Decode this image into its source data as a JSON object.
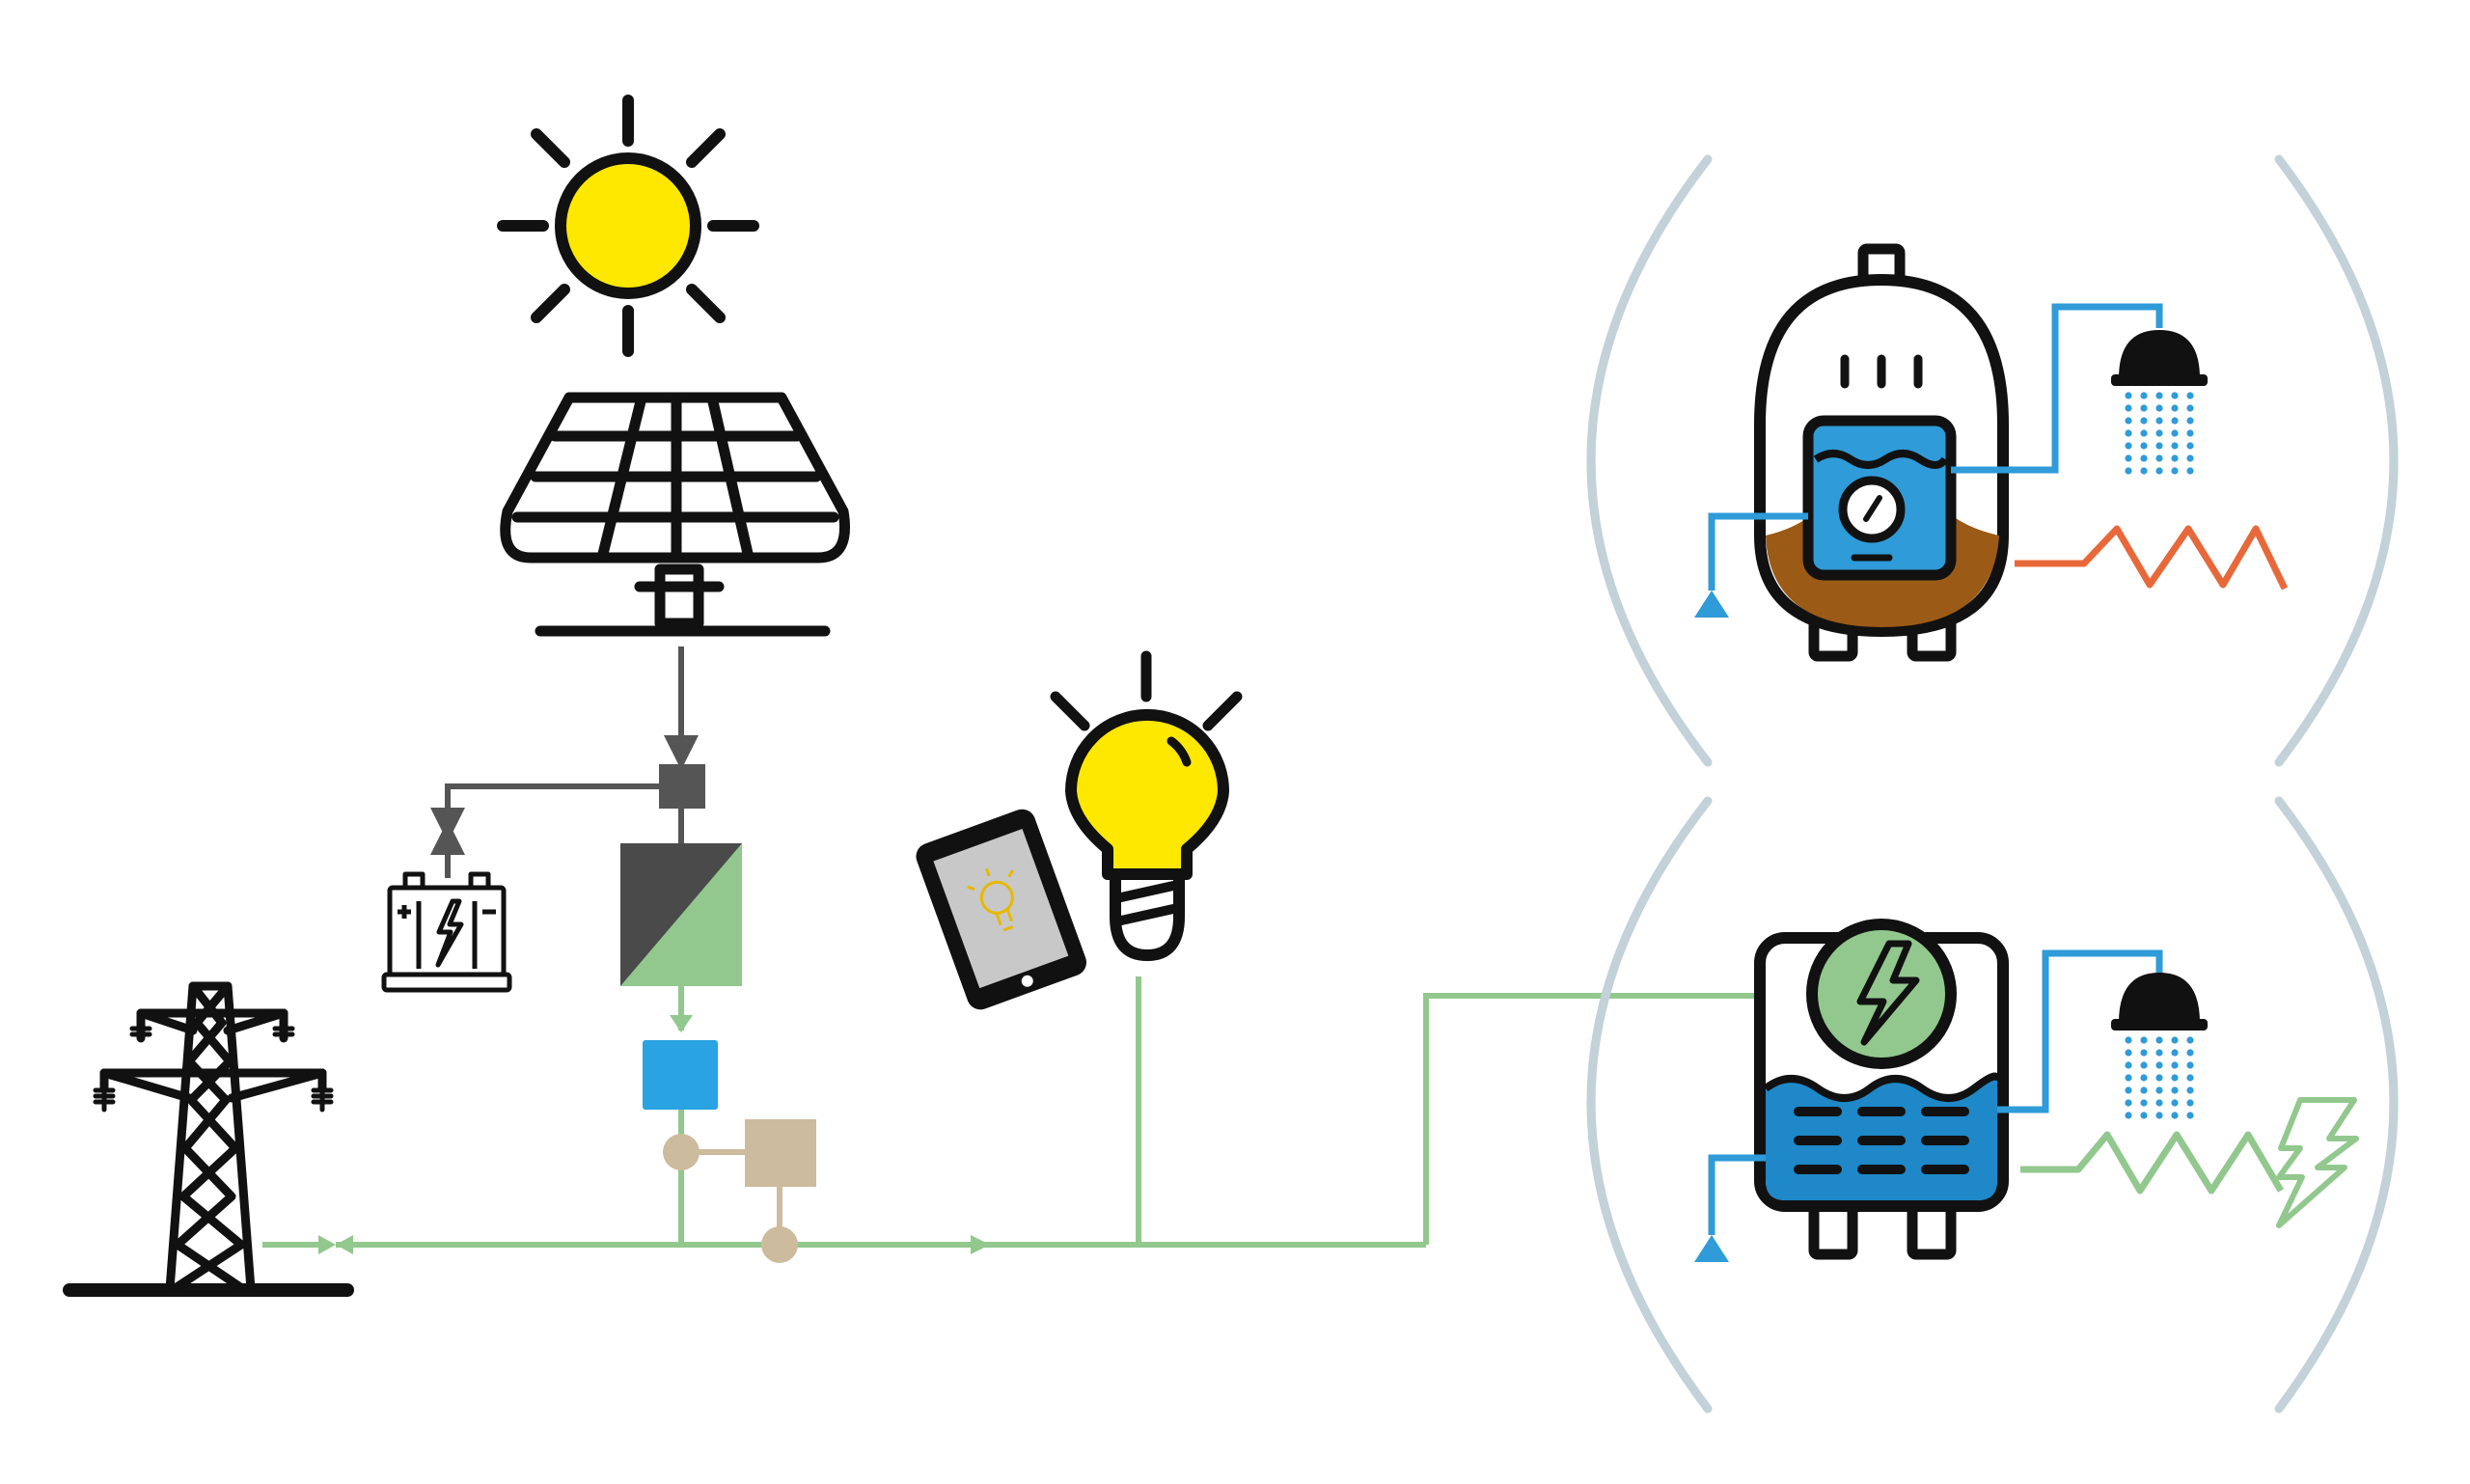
{
  "diagram": {
    "components": [
      {
        "id": "sun",
        "icon": "sun-icon"
      },
      {
        "id": "solar-panel",
        "icon": "solar-panel-icon"
      },
      {
        "id": "charge-junction",
        "icon": "junction-box-icon"
      },
      {
        "id": "battery",
        "icon": "battery-icon"
      },
      {
        "id": "inverter",
        "icon": "inverter-icon"
      },
      {
        "id": "energy-meter",
        "icon": "meter-icon"
      },
      {
        "id": "controller",
        "icon": "controller-box-icon"
      },
      {
        "id": "power-pylon",
        "icon": "power-pylon-icon"
      },
      {
        "id": "tablet",
        "icon": "tablet-icon"
      },
      {
        "id": "light-bulb",
        "icon": "light-bulb-icon"
      },
      {
        "id": "gas-water-heater",
        "icon": "gas-water-heater-icon"
      },
      {
        "id": "electric-water-heater",
        "icon": "electric-water-heater-icon"
      },
      {
        "id": "shower-top",
        "icon": "shower-head-icon"
      },
      {
        "id": "shower-bottom",
        "icon": "shower-head-icon"
      }
    ],
    "connections": [
      {
        "from": "solar-panel",
        "to": "charge-junction"
      },
      {
        "from": "charge-junction",
        "to": "battery"
      },
      {
        "from": "charge-junction",
        "to": "inverter"
      },
      {
        "from": "inverter",
        "to": "energy-meter"
      },
      {
        "from": "energy-meter",
        "to": "grid-line"
      },
      {
        "from": "controller",
        "to": "grid-line"
      },
      {
        "from": "power-pylon",
        "to": "grid-line"
      },
      {
        "from": "grid-line",
        "to": "light-bulb"
      },
      {
        "from": "grid-line",
        "to": "electric-water-heater"
      }
    ]
  },
  "colors": {
    "stroke": "#111111",
    "sun_yellow": "#FFE800",
    "line_grey": "#555555",
    "line_green": "#92C88E",
    "water_blue": "#2F9BD8",
    "water_dark_blue": "#1E88C8",
    "soil_brown": "#9B5A16",
    "beige": "#CDBB9E",
    "orange": "#E8683A",
    "bracket_grey": "#C3D1D9",
    "tablet_screen": "#C8C8C8",
    "bulb_gold": "#E8B800",
    "inverter_dark": "#4A4A4A"
  }
}
